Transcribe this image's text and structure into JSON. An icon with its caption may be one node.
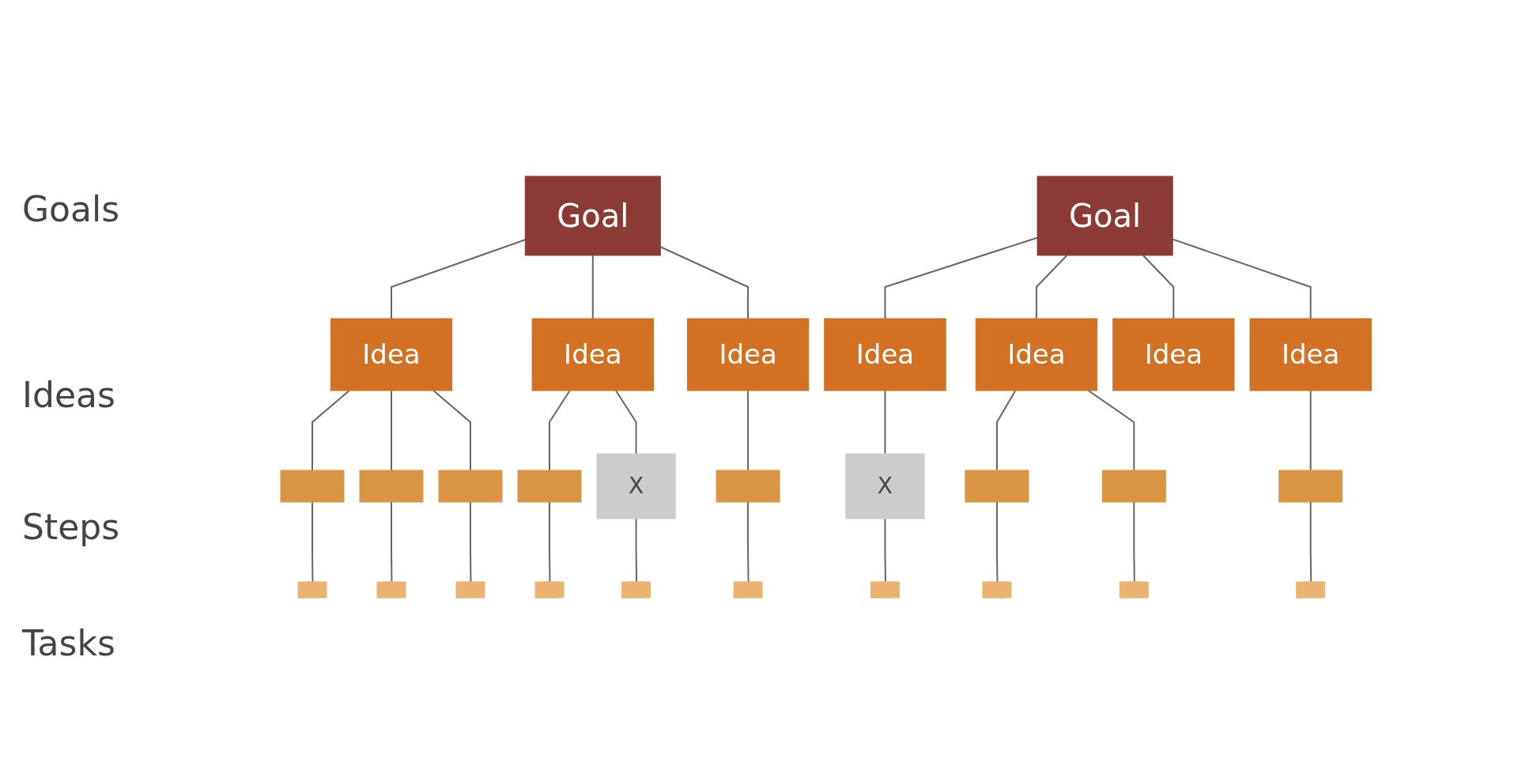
{
  "diagram": {
    "nodes": [
      {
        "text": [
          "Goal"
        ]
      },
      {
        "text": [
          "Goal"
        ]
      },
      {
        "text": [
          "Idea"
        ]
      },
      {
        "text": [
          "Idea"
        ]
      },
      {
        "text": [
          "Idea"
        ]
      },
      {
        "text": [
          "Idea"
        ]
      },
      {
        "text": [
          "Idea"
        ]
      },
      {
        "text": [
          "Idea"
        ]
      },
      {
        "text": [
          "Idea"
        ]
      },
      {
        "text": [],
        "shape": "box"
      },
      {
        "text": [],
        "shape": "box"
      },
      {
        "text": [],
        "shape": "box"
      },
      {
        "text": [],
        "shape": "box"
      },
      {
        "text": [
          "X"
        ]
      },
      {
        "text": [],
        "shape": "box"
      },
      {
        "text": [
          "X"
        ]
      },
      {
        "text": [],
        "shape": "box"
      },
      {
        "text": [],
        "shape": "box"
      },
      {
        "text": [],
        "shape": "box"
      },
      {
        "text": [],
        "shape": "bar"
      },
      {
        "text": [],
        "shape": "bar"
      },
      {
        "text": [],
        "shape": "bar"
      },
      {
        "text": [],
        "shape": "bar"
      },
      {
        "text": [],
        "shape": "bar"
      },
      {
        "text": [],
        "shape": "bar"
      },
      {
        "text": [],
        "shape": "bar"
      },
      {
        "text": [],
        "shape": "bar"
      },
      {
        "text": [],
        "shape": "bar"
      },
      {
        "text": [],
        "shape": "bar"
      }
    ],
    "edges": [
      {
        "from": 0,
        "to": 2,
        "arrow": "none"
      },
      {
        "from": 0,
        "to": 3,
        "arrow": "none"
      },
      {
        "from": 0,
        "to": 4,
        "arrow": "none"
      },
      {
        "from": 1,
        "to": 5,
        "arrow": "none"
      },
      {
        "from": 1,
        "to": 6,
        "arrow": "none"
      },
      {
        "from": 1,
        "to": 7,
        "arrow": "none"
      },
      {
        "from": 1,
        "to": 8,
        "arrow": "none"
      },
      {
        "from": 2,
        "to": 9,
        "arrow": "none"
      },
      {
        "from": 2,
        "to": 10,
        "arrow": "none"
      },
      {
        "from": 2,
        "to": 11,
        "arrow": "none"
      },
      {
        "from": 3,
        "to": 12,
        "arrow": "none"
      },
      {
        "from": 3,
        "to": 13,
        "arrow": "none"
      },
      {
        "from": 4,
        "to": 14,
        "arrow": "none"
      },
      {
        "from": 5,
        "to": 15,
        "arrow": "none"
      },
      {
        "from": 6,
        "to": 16,
        "arrow": "none"
      },
      {
        "from": 6,
        "to": 17,
        "arrow": "none"
      },
      {
        "from": 8,
        "to": 18,
        "arrow": "none"
      },
      {
        "from": 9,
        "to": 19,
        "arrow": "none"
      },
      {
        "from": 10,
        "to": 20,
        "arrow": "none"
      },
      {
        "from": 11,
        "to": 21,
        "arrow": "none"
      },
      {
        "from": 12,
        "to": 22,
        "arrow": "none"
      },
      {
        "from": 13,
        "to": 23,
        "arrow": "none"
      },
      {
        "from": 14,
        "to": 24,
        "arrow": "none"
      },
      {
        "from": 15,
        "to": 25,
        "arrow": "none"
      },
      {
        "from": 16,
        "to": 26,
        "arrow": "none"
      },
      {
        "from": 17,
        "to": 27,
        "arrow": "none"
      },
      {
        "from": 18,
        "to": 28,
        "arrow": "none"
      }
    ],
    "labels": [
      "Goals",
      "Ideas",
      "Steps",
      "Tasks"
    ]
  }
}
